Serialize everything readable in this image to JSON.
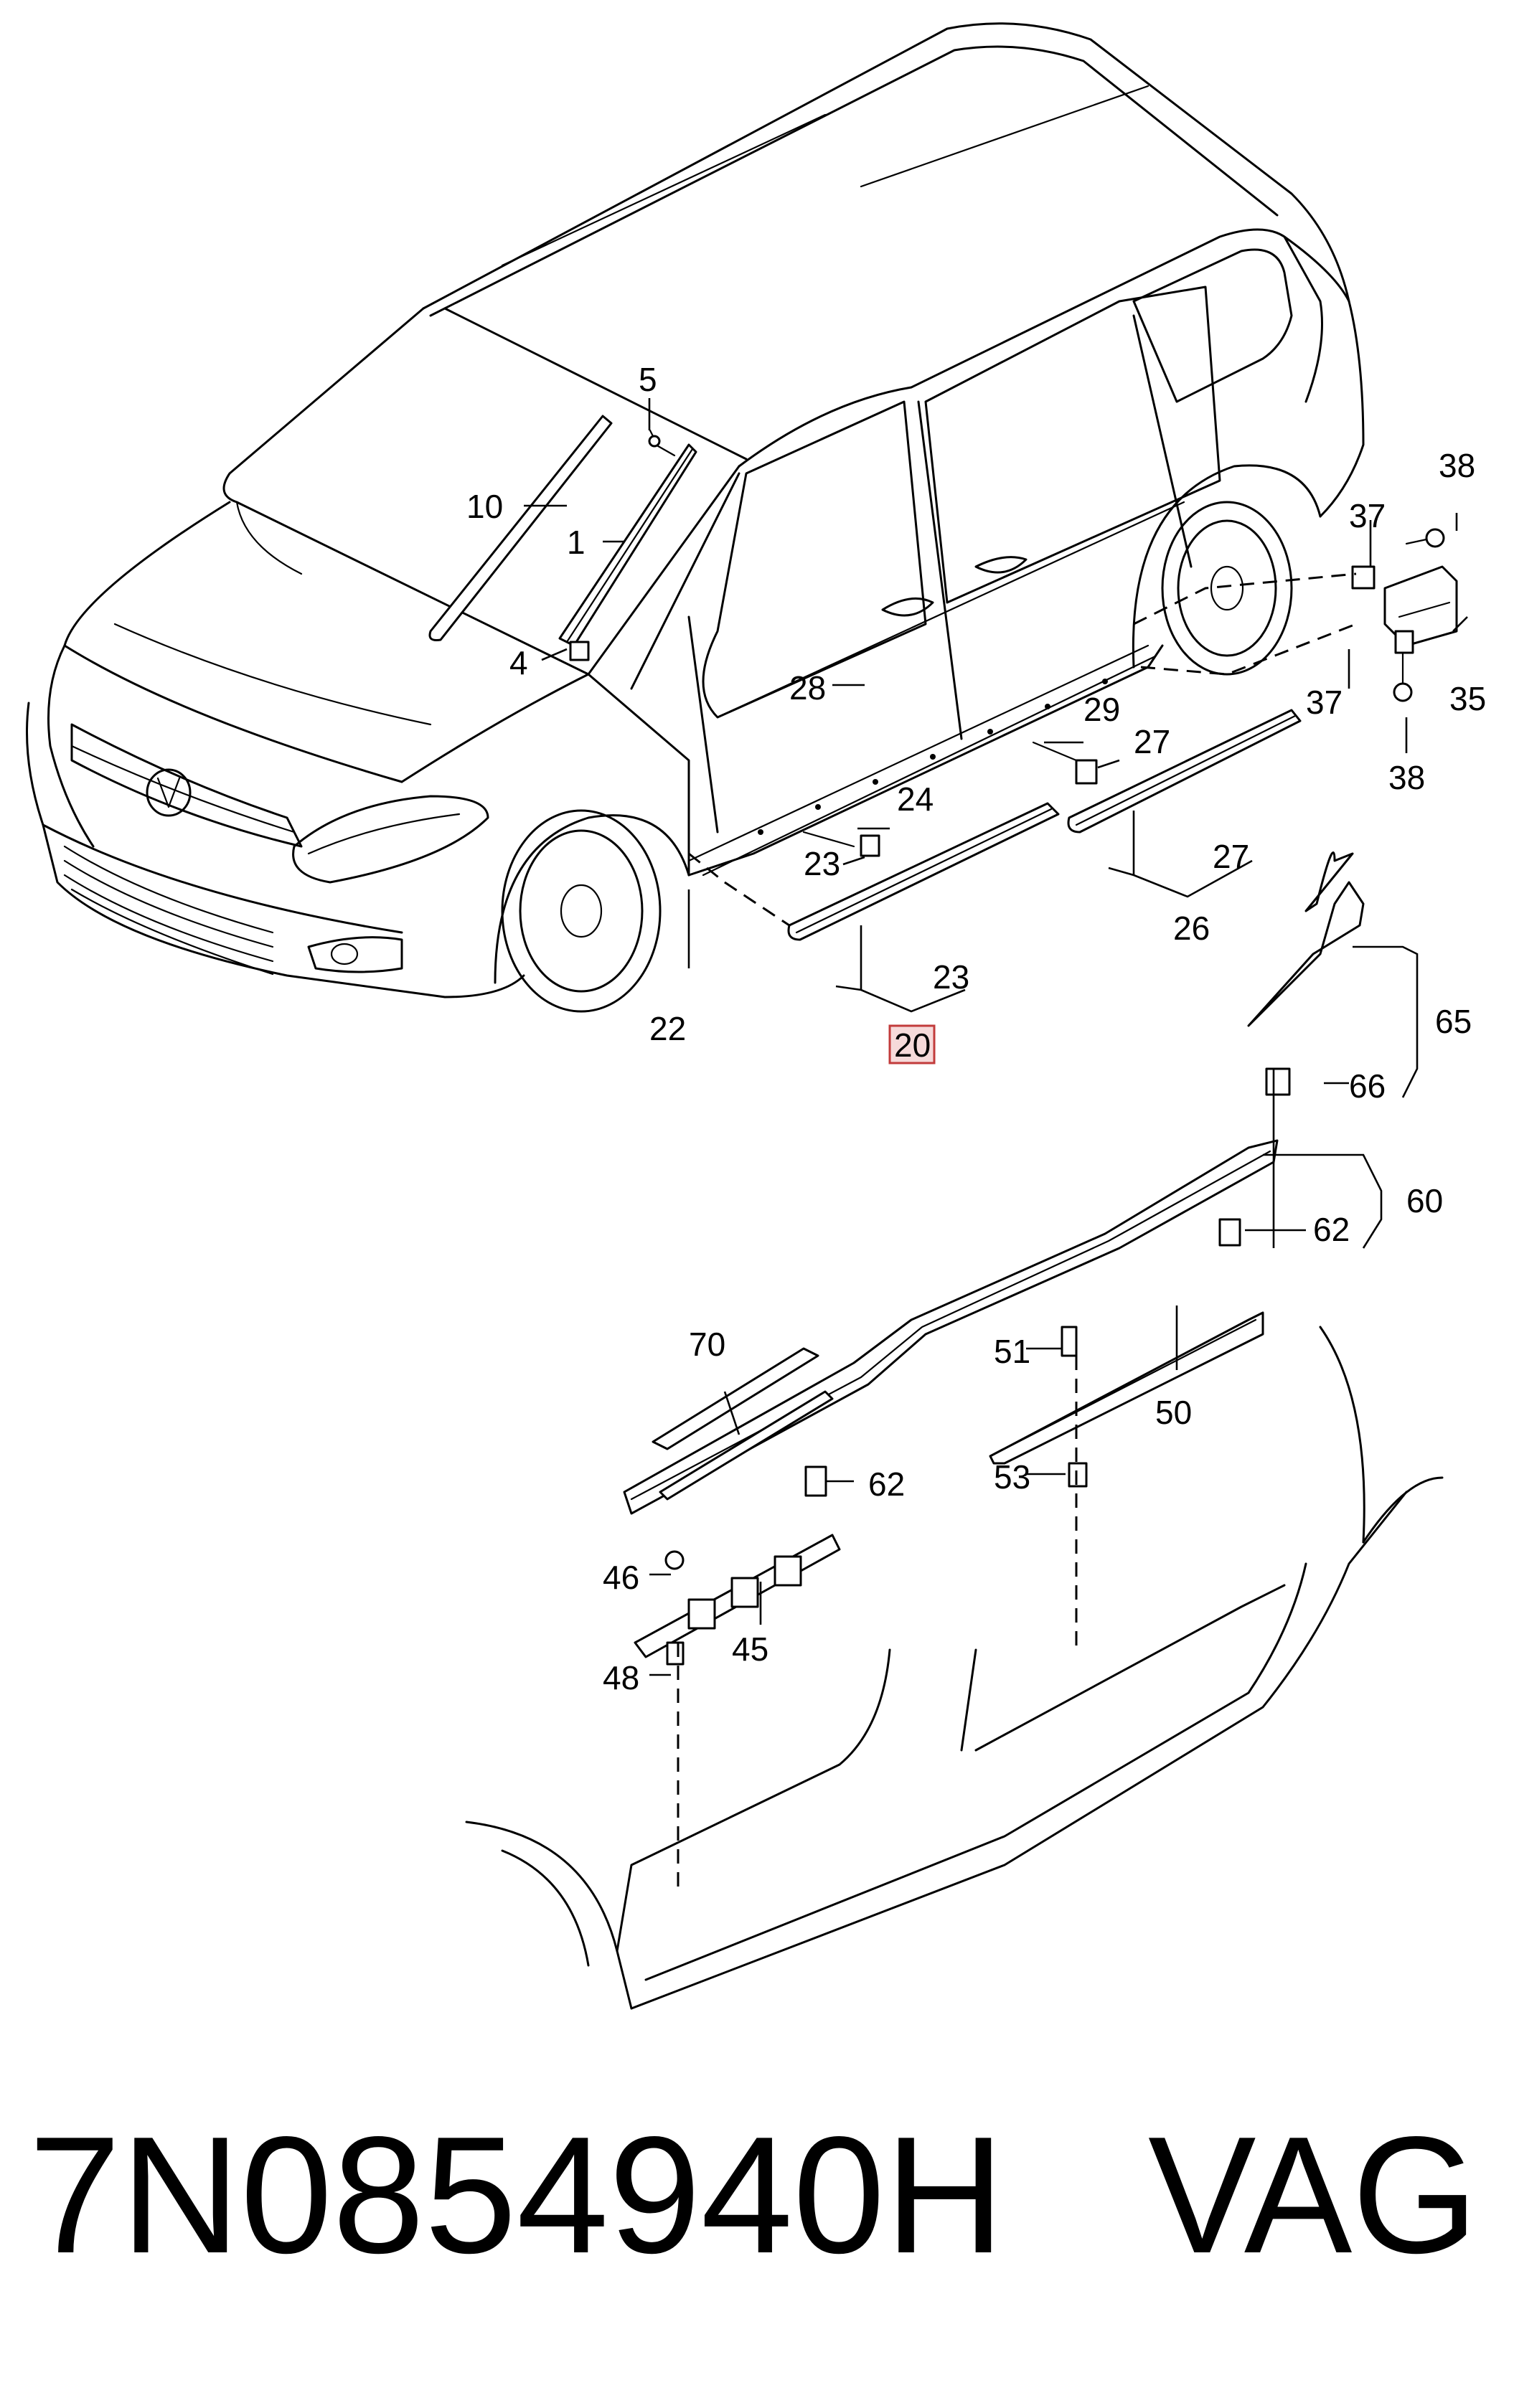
{
  "labels": {
    "l1": "1",
    "l4": "4",
    "l5": "5",
    "l10": "10",
    "l20": "20",
    "l22": "22",
    "l23a": "23",
    "l23b": "23",
    "l24": "24",
    "l26": "26",
    "l27a": "27",
    "l27b": "27",
    "l28": "28",
    "l29": "29",
    "l35": "35",
    "l37a": "37",
    "l37b": "37",
    "l38a": "38",
    "l38b": "38",
    "l45": "45",
    "l46": "46",
    "l48": "48",
    "l50": "50",
    "l51": "51",
    "l53": "53",
    "l60": "60",
    "l62a": "62",
    "l62b": "62",
    "l65": "65",
    "l66": "66",
    "l70": "70"
  },
  "highlight_color": "#f6dada",
  "footer": {
    "part_number": "7N0854940H",
    "brand": "VAG"
  }
}
